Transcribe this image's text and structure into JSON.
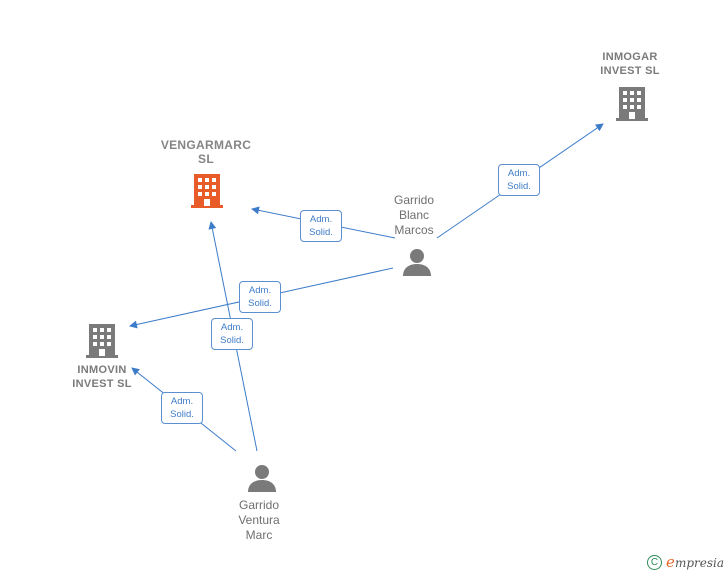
{
  "nodes": {
    "vengarmarc": {
      "name_line1": "VENGARMARC",
      "name_line2": "SL",
      "color": "#e85c2a"
    },
    "inmogar": {
      "name_line1": "INMOGAR",
      "name_line2": "INVEST SL",
      "color": "#7a7a7a"
    },
    "inmovin": {
      "name_line1": "INMOVIN",
      "name_line2": "INVEST SL",
      "color": "#7a7a7a"
    },
    "garrido_blanc": {
      "name_line1": "Garrido",
      "name_line2": "Blanc",
      "name_line3": "Marcos"
    },
    "garrido_ventura": {
      "name_line1": "Garrido",
      "name_line2": "Ventura",
      "name_line3": "Marc"
    }
  },
  "edge_labels": [
    {
      "line1": "Adm.",
      "line2": "Solid."
    },
    {
      "line1": "Adm.",
      "line2": "Solid."
    },
    {
      "line1": "Adm.",
      "line2": "Solid."
    },
    {
      "line1": "Adm.",
      "line2": "Solid."
    },
    {
      "line1": "Adm.",
      "line2": "Solid."
    }
  ],
  "edge_color": "#3d7cc9",
  "footer": {
    "copyright_symbol": "C",
    "brand_initial": "e",
    "brand_rest": "mpresia"
  }
}
